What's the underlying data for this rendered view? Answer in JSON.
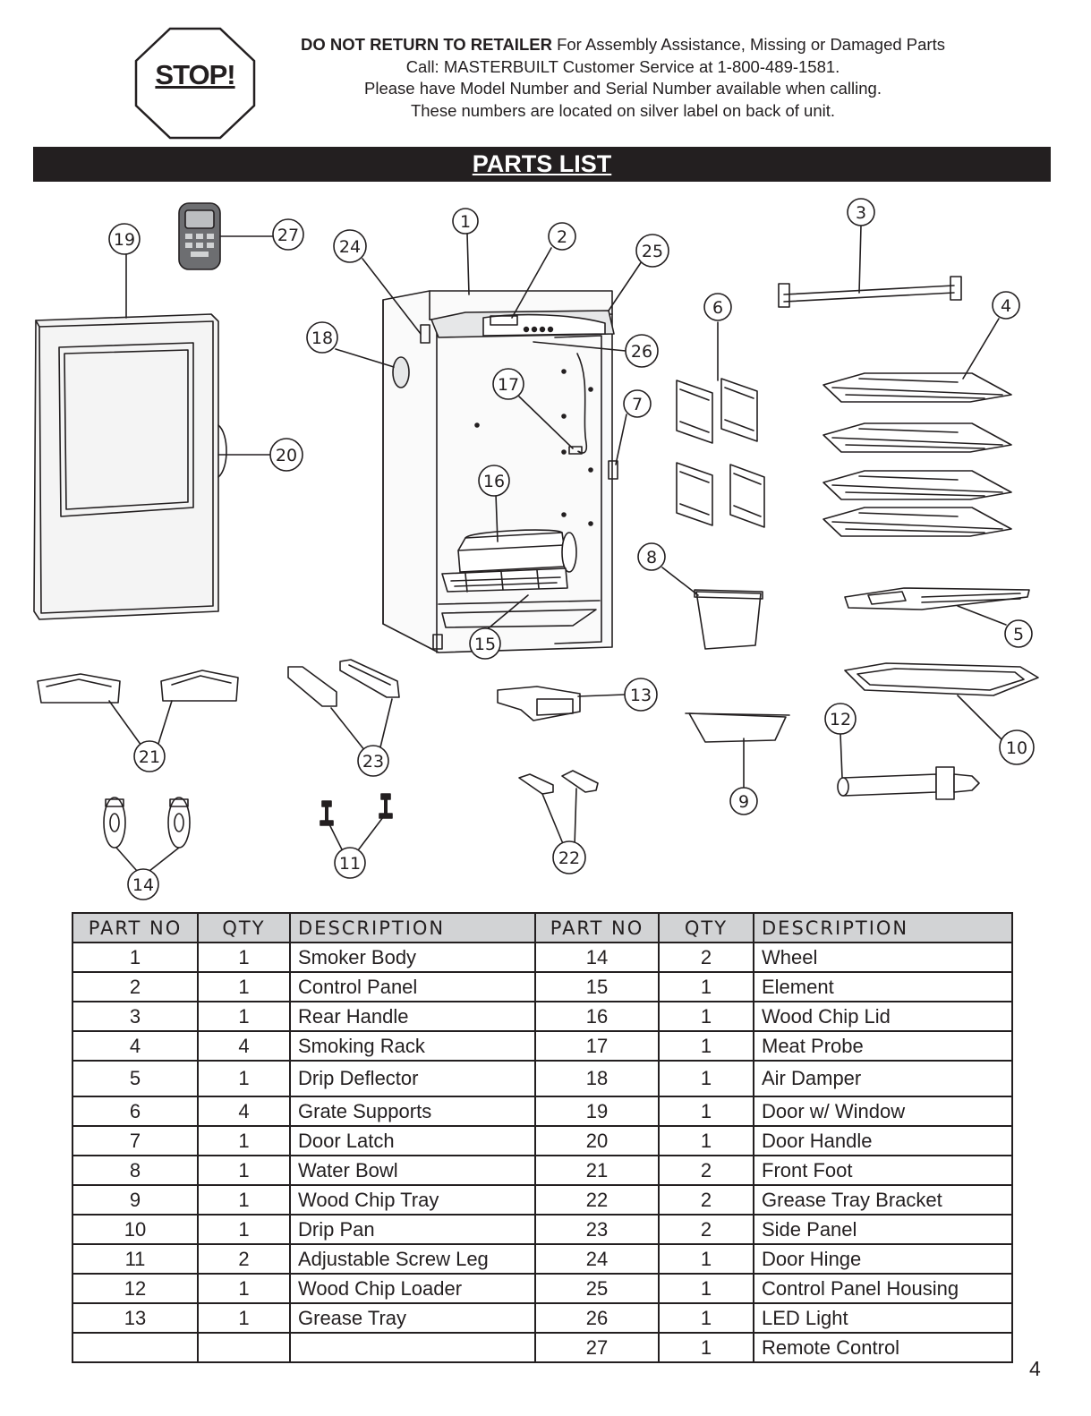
{
  "header": {
    "stop_label": "STOP!",
    "notice_lead": "DO NOT RETURN TO RETAILER",
    "notice_lead_rest": " For Assembly Assistance, Missing or Damaged Parts",
    "notice_line2": "Call: MASTERBUILT Customer Service at 1-800-489-1581.",
    "notice_line3": "Please have Model Number and Serial Number available when calling.",
    "notice_line4": "These numbers are located on silver label on back of unit."
  },
  "banner": {
    "title": "PARTS LIST"
  },
  "diagram": {
    "callouts": [
      "1",
      "2",
      "3",
      "4",
      "5",
      "6",
      "7",
      "8",
      "9",
      "10",
      "11",
      "12",
      "13",
      "14",
      "15",
      "16",
      "17",
      "18",
      "19",
      "20",
      "21",
      "22",
      "23",
      "24",
      "25",
      "26",
      "27"
    ]
  },
  "table": {
    "headers": [
      "PART NO",
      "QTY",
      "DESCRIPTION",
      "PART NO",
      "QTY",
      "DESCRIPTION"
    ],
    "rows": [
      [
        "1",
        "1",
        "Smoker Body",
        "14",
        "2",
        "Wheel"
      ],
      [
        "2",
        "1",
        "Control Panel",
        "15",
        "1",
        "Element"
      ],
      [
        "3",
        "1",
        "Rear Handle",
        "16",
        "1",
        "Wood Chip Lid"
      ],
      [
        "4",
        "4",
        "Smoking Rack",
        "17",
        "1",
        "Meat Probe"
      ],
      [
        "5",
        "1",
        "Drip Deflector",
        "18",
        "1",
        "Air Damper"
      ],
      [
        "6",
        "4",
        "Grate Supports",
        "19",
        "1",
        "Door w/ Window"
      ],
      [
        "7",
        "1",
        "Door Latch",
        "20",
        "1",
        "Door Handle"
      ],
      [
        "8",
        "1",
        "Water Bowl",
        "21",
        "2",
        "Front Foot"
      ],
      [
        "9",
        "1",
        "Wood Chip Tray",
        "22",
        "2",
        "Grease Tray Bracket"
      ],
      [
        "10",
        "1",
        "Drip Pan",
        "23",
        "2",
        "Side Panel"
      ],
      [
        "11",
        "2",
        "Adjustable Screw Leg",
        "24",
        "1",
        "Door Hinge"
      ],
      [
        "12",
        "1",
        "Wood Chip Loader",
        "25",
        "1",
        "Control Panel Housing"
      ],
      [
        "13",
        "1",
        "Grease Tray",
        "26",
        "1",
        "LED Light"
      ],
      [
        "",
        "",
        "",
        "27",
        "1",
        "Remote Control"
      ]
    ]
  },
  "page_number": "4"
}
